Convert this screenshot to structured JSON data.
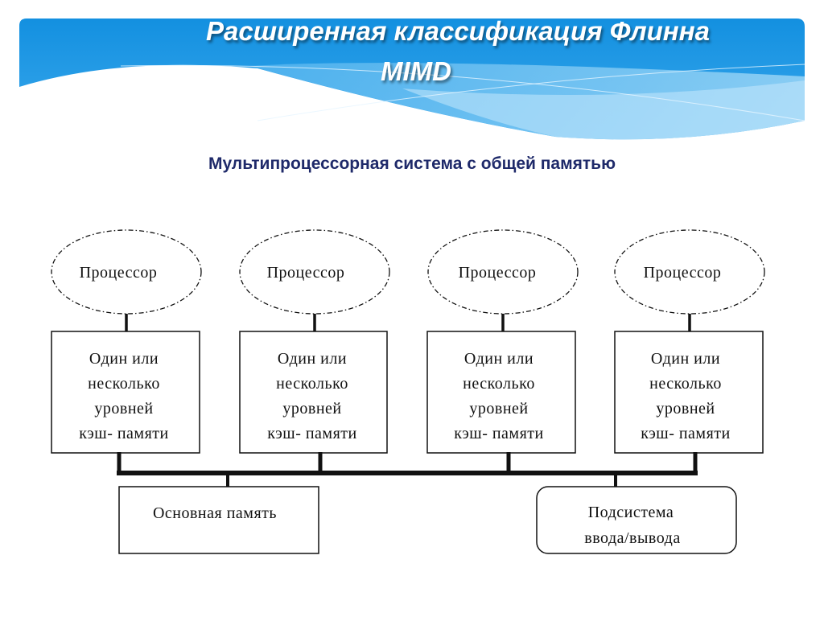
{
  "slide": {
    "title_line1": "Расширенная классификация Флинна",
    "title_line2": "MIMD",
    "subtitle": "Мультипроцессорная система с общей памятью",
    "colors": {
      "banner_top": "#1390e0",
      "banner_wave": "#8fd0f5",
      "subtitle": "#1f2a6a",
      "diagram_ink": "#111111"
    }
  },
  "diagram": {
    "processors": [
      {
        "label": "Процессор",
        "cache_lines": [
          "Один или",
          "несколько",
          "уровней",
          "кэш- памяти"
        ]
      },
      {
        "label": "Процессор",
        "cache_lines": [
          "Один или",
          "несколько",
          "уровней",
          "кэш- памяти"
        ]
      },
      {
        "label": "Процессор",
        "cache_lines": [
          "Один или",
          "несколько",
          "уровней",
          "кэш- памяти"
        ]
      },
      {
        "label": "Процессор",
        "cache_lines": [
          "Один или",
          "несколько",
          "уровней",
          "кэш- памяти"
        ]
      }
    ],
    "main_memory": {
      "label": "Основная память"
    },
    "io_subsystem": {
      "lines": [
        "Подсистема",
        "ввода/вывода"
      ]
    }
  }
}
